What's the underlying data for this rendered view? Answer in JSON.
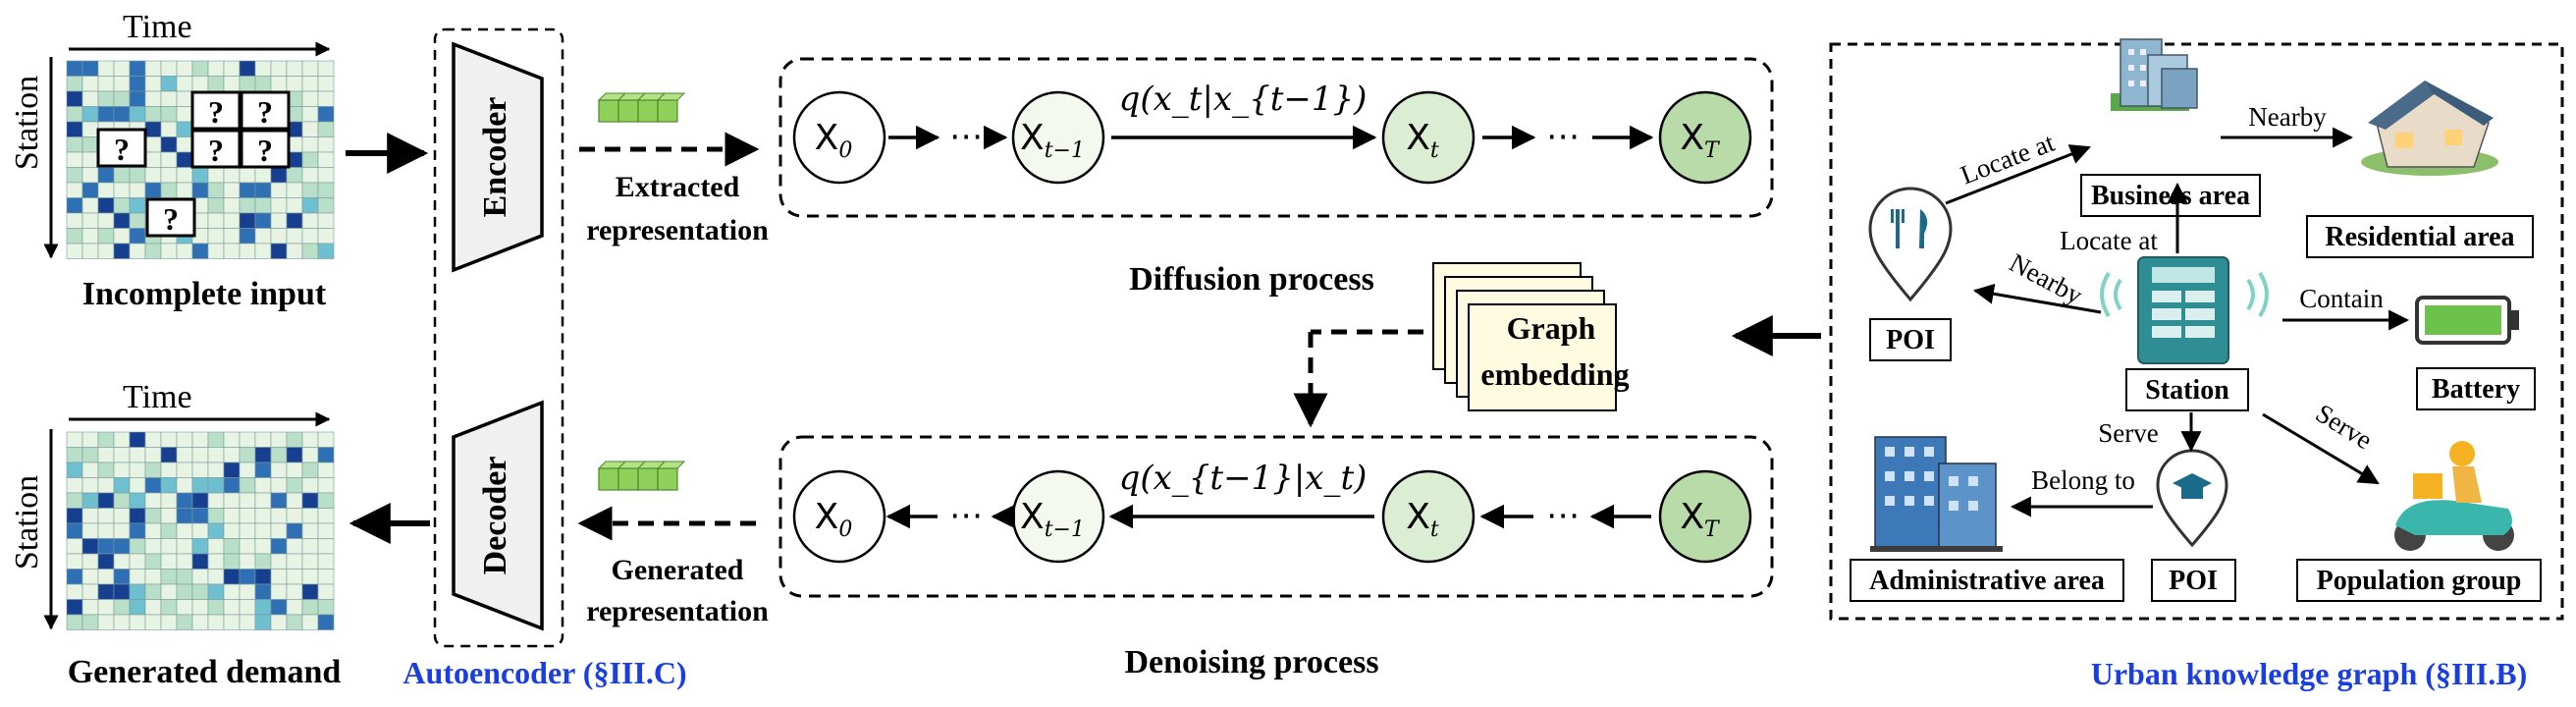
{
  "figure": {
    "axes": {
      "time": "Time",
      "station": "Station"
    },
    "incomplete_input_label": "Incomplete input",
    "generated_demand_label": "Generated demand",
    "question_mark": "?",
    "encoder_label": "Encoder",
    "decoder_label": "Decoder",
    "autoencoder_label": "Autoencoder (§III.C)",
    "extracted_label": [
      "Extracted",
      "representation"
    ],
    "generated_label": [
      "Generated",
      "representation"
    ],
    "diffusion": {
      "label": "Diffusion process",
      "nodes": [
        "X",
        "X",
        "X",
        "X"
      ],
      "subscripts": [
        "0",
        "t−1",
        "t",
        "T"
      ],
      "dots": "⋯",
      "transition": "q(x_t|x_{t−1})"
    },
    "denoising": {
      "label": "Denoising process",
      "nodes": [
        "X",
        "X",
        "X",
        "X"
      ],
      "subscripts": [
        "0",
        "t−1",
        "t",
        "T"
      ],
      "dots": "⋯",
      "transition": "q(x_{t−1}|x_t)"
    },
    "graph_embedding_label": [
      "Graph",
      "embedding"
    ],
    "kg": {
      "title": "Urban knowledge graph (§III.B)",
      "entities": {
        "business": "Business area",
        "residential": "Residential area",
        "poi_left": "POI",
        "station": "Station",
        "battery": "Battery",
        "administrative": "Administrative area",
        "poi_bottom": "POI",
        "population": "Population group"
      },
      "relations": {
        "locate_at_1": "Locate at",
        "locate_at_2": "Locate at",
        "nearby_1": "Nearby",
        "nearby_2": "Nearby",
        "contain": "Contain",
        "serve_1": "Serve",
        "serve_2": "Serve",
        "belong_to": "Belong to"
      }
    },
    "colors": {
      "grid_light": "#e8f4e3",
      "grid_mid": "#b9dfc9",
      "grid_teal": "#6ebfcf",
      "grid_blue": "#2f6fb3",
      "grid_dark": "#163f8f",
      "node_fill": "#dbeed3",
      "node_fill_light": "#f3f9ef",
      "node_fill_dark": "#b9dba9",
      "rep_green": "#8ed05a",
      "embedding_fill": "#fffbe0",
      "accent_blue": "#1a3fe0"
    }
  }
}
